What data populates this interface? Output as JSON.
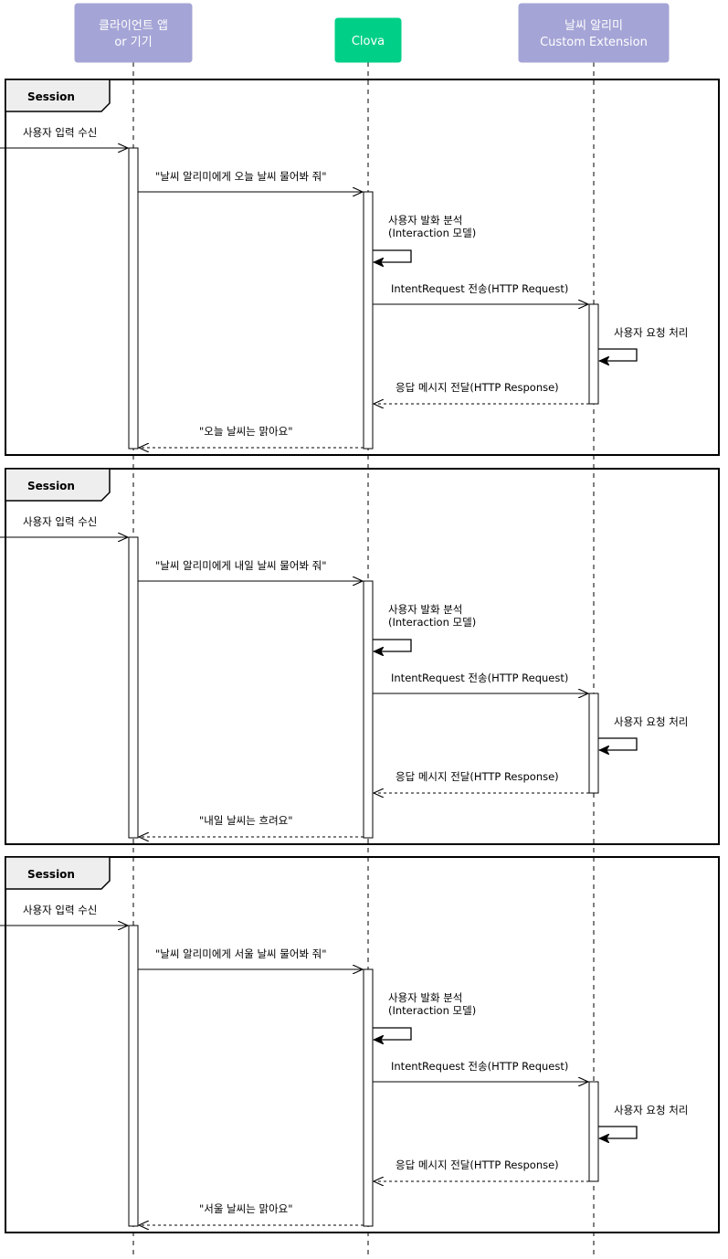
{
  "participants": [
    {
      "id": "client",
      "lines": [
        "클라이언트 앱",
        "or 기기"
      ],
      "color": "#a4a4d6"
    },
    {
      "id": "clova",
      "lines": [
        "Clova"
      ],
      "color": "#00d087"
    },
    {
      "id": "extension",
      "lines": [
        "날씨 알리미",
        "Custom Extension"
      ],
      "color": "#a4a4d6"
    }
  ],
  "sessions": [
    {
      "label": "Session",
      "user_input": "사용자 입력 수신",
      "utterance": "\"날씨 알리미에게 오늘 날씨 물어봐 줘\"",
      "analysis_line1": "사용자 발화 분석",
      "analysis_line2": "(Interaction 모델)",
      "request": "IntentRequest 전송(HTTP Request)",
      "process": "사용자 요청 처리",
      "response": "응답 메시지 전달(HTTP Response)",
      "reply": "\"오늘 날씨는 맑아요\""
    },
    {
      "label": "Session",
      "user_input": "사용자 입력 수신",
      "utterance": "\"날씨 알리미에게 내일 날씨 물어봐 줘\"",
      "analysis_line1": "사용자 발화 분석",
      "analysis_line2": "(Interaction 모델)",
      "request": "IntentRequest 전송(HTTP Request)",
      "process": "사용자 요청 처리",
      "response": "응답 메시지 전달(HTTP Response)",
      "reply": "\"내일 날씨는 흐려요\""
    },
    {
      "label": "Session",
      "user_input": "사용자 입력 수신",
      "utterance": "\"날씨 알리미에게 서울 날씨 물어봐 줘\"",
      "analysis_line1": "사용자 발화 분석",
      "analysis_line2": "(Interaction 모델)",
      "request": "IntentRequest 전송(HTTP Request)",
      "process": "사용자 요청 처리",
      "response": "응답 메시지 전달(HTTP Response)",
      "reply": "\"서울 날씨는 맑아요\""
    }
  ]
}
